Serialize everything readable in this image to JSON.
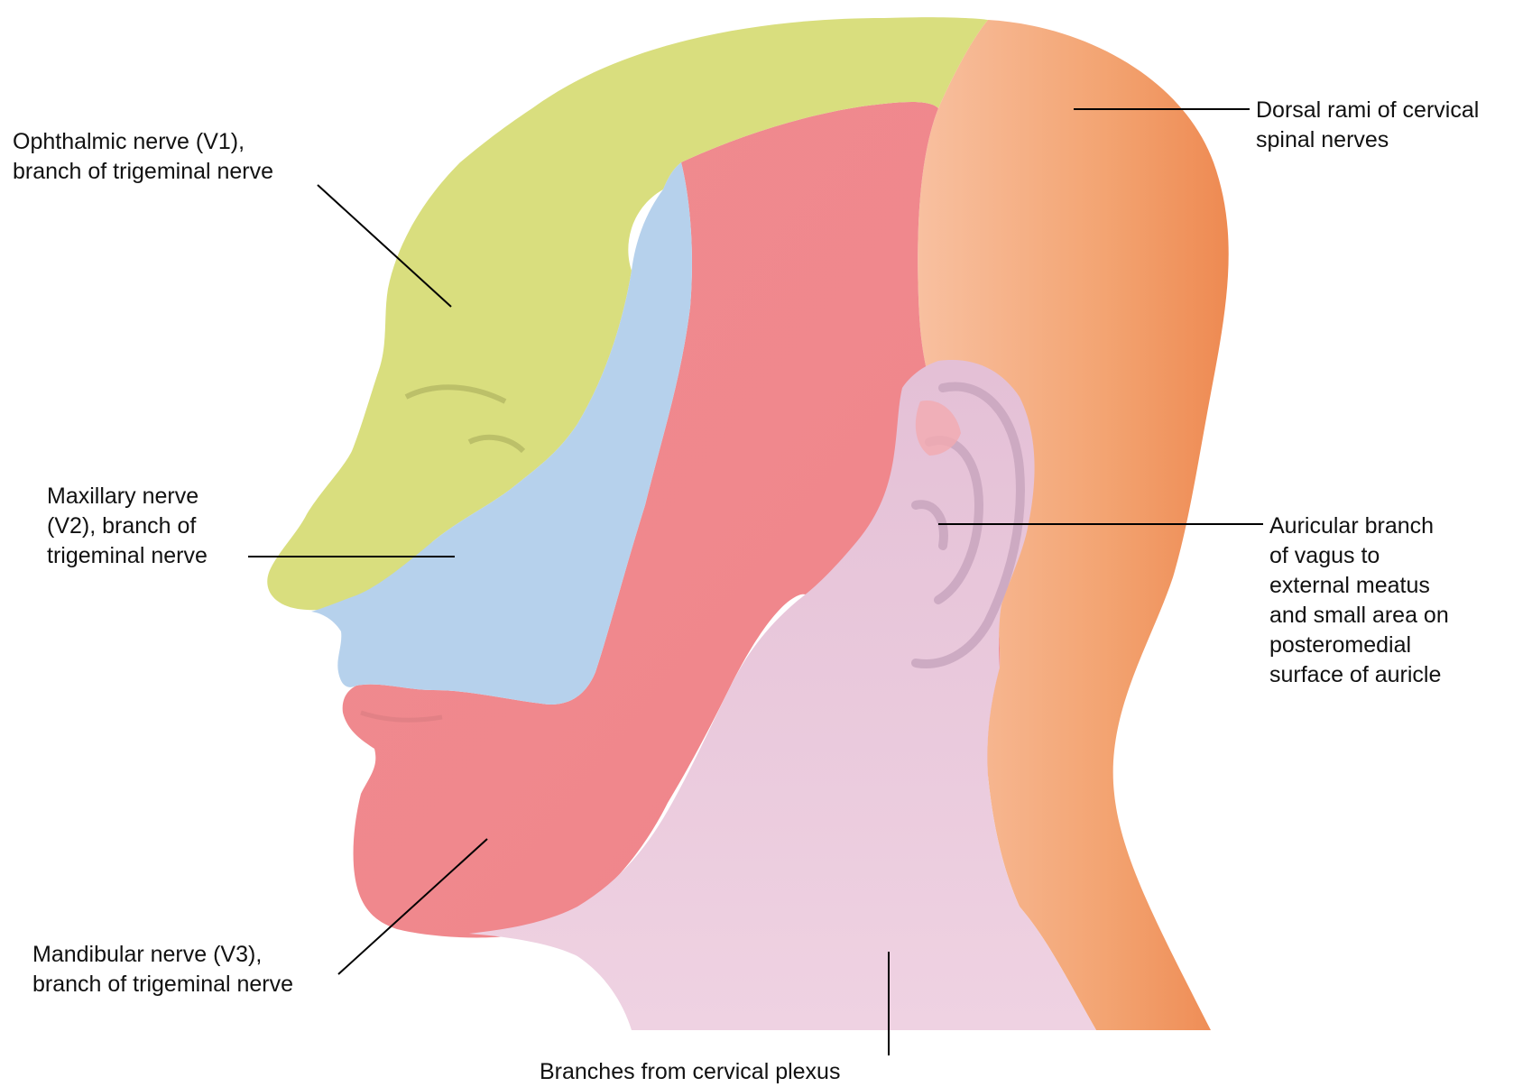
{
  "labels": {
    "ophthalmic": [
      "Ophthalmic nerve (V1),",
      "branch of trigeminal nerve"
    ],
    "maxillary": [
      "Maxillary nerve",
      "(V2), branch of",
      "trigeminal nerve"
    ],
    "mandibular": [
      "Mandibular nerve (V3),",
      "branch of trigeminal nerve"
    ],
    "dorsal_rami": [
      "Dorsal rami of cervical",
      "spinal nerves"
    ],
    "auricular": [
      "Auricular branch",
      "of vagus to",
      "external meatus",
      "and small area on",
      "posteromedial",
      "surface of auricle"
    ],
    "cervical_plexus": [
      "Branches from cervical plexus"
    ]
  },
  "colors": {
    "ophthalmic": "#d8de7a",
    "maxillary": "#b6d2ee",
    "mandibular": "#ee8a8c",
    "dorsal_rami": "#f2a06e",
    "cervical_plexus": "#e6c4d8",
    "leader_line": "#000000"
  }
}
